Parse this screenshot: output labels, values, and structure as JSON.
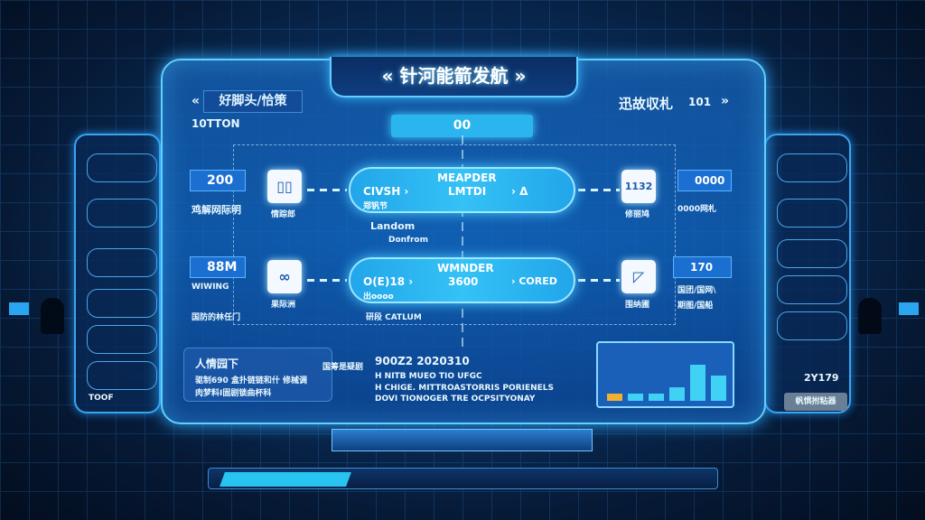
{
  "header": {
    "title": "« 针河能箭发航 »"
  },
  "top_left": {
    "label": "好脚头/恰策",
    "back_icon": "«",
    "code": "10TTON"
  },
  "top_right": {
    "label": "迅故収札",
    "value": "101",
    "forward_icon": "»"
  },
  "top_pill": {
    "value": "00"
  },
  "row1": {
    "left_box": "200",
    "left_label": "鸡解网际明",
    "left_icon": "document-icon",
    "left_icon_label": "情踪郎",
    "pill_left": "CIVSH ›",
    "pill_left_sub": "郑钒节",
    "pill_title": "MEAPDER",
    "pill_sub": "LMTDI",
    "pill_right": "› Δ",
    "right_icon_text": "1132",
    "right_icon_label": "修丽鸠",
    "right_box": "0000",
    "right_label": "0000网札"
  },
  "mid": {
    "label1": "Landom",
    "label2": "Donfrom"
  },
  "row2": {
    "left_box": "88M",
    "left_label": "WIWING",
    "left_icon": "link-icon",
    "left_icon_label": "果际洲",
    "pill_left": "O(E)18 ›",
    "pill_left_sub": "出oooo",
    "pill_title": "WMNDER",
    "pill_sub": "3600",
    "pill_right": "› CORED",
    "right_icon": "folder-icon",
    "right_icon_label": "围纳圃",
    "right_box": "170",
    "right_label1": "国团/国网\\",
    "right_label2": "期图/国船"
  },
  "lower": {
    "left_note": "国防的林任门",
    "center_note": "研段 CATLUM"
  },
  "card": {
    "title": "人情园下",
    "line1": "驱制690 盒扑链链和什 修械调",
    "line2": "肉梦料I固剧锁曲杯科"
  },
  "side_note": "国筹是疑剧",
  "info": {
    "heading": "900Z2 2020310",
    "line1": "H NITB MUEO TIO UFGC",
    "line2": "H CHIGE. MITTROASTORRIS PORIENELS",
    "line3": "DOVI TIONOGER TRE OCPSITYONAY"
  },
  "chart_widget": {
    "bars": [
      0.15,
      0.15,
      0.15,
      0.3,
      0.8,
      0.55
    ]
  },
  "left_panel": {
    "footer": "TOOF"
  },
  "right_panel": {
    "value": "2Y179",
    "button": "帆惧拊粘器"
  },
  "colors": {
    "accent": "#2ab5ee",
    "panel": "#145aaa",
    "border": "#5fd0ff"
  }
}
